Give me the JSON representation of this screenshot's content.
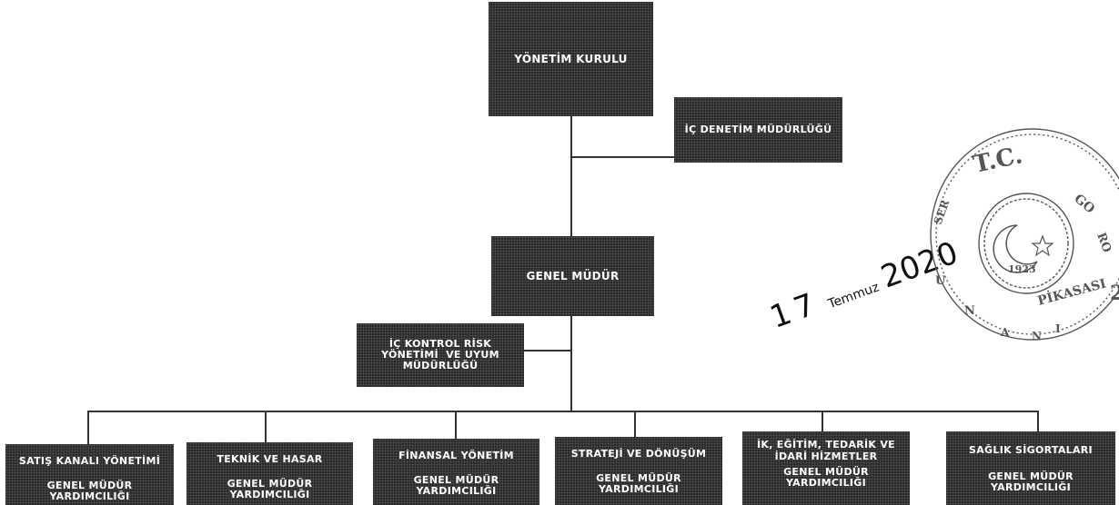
{
  "top": {
    "board": "YÖNETİM KURULU",
    "audit": "İÇ DENETİM MÜDÜRLÜĞÜ"
  },
  "middle": {
    "gm": "GENEL MÜDÜR",
    "risk_lines": [
      "İÇ KONTROL RİSK",
      "YÖNETİMİ  VE UYUM",
      "MÜDÜRLÜĞÜ"
    ]
  },
  "departments": [
    {
      "title": [
        "SATIŞ KANALI YÖNETİMİ"
      ],
      "sub1": "GENEL MÜDÜR",
      "sub2": "YARDIMCILIĞI"
    },
    {
      "title": [
        "TEKNİK VE HASAR"
      ],
      "sub1": "GENEL MÜDÜR",
      "sub2": "YARDIMCILIĞI"
    },
    {
      "title": [
        "FİNANSAL YÖNETİM"
      ],
      "sub1": "GENEL MÜDÜR",
      "sub2": "YARDIMCILIĞI"
    },
    {
      "title": [
        "STRATEJİ VE DÖNÜŞÜM"
      ],
      "sub1": "GENEL MÜDÜR",
      "sub2": "YARDIMCILIĞI"
    },
    {
      "title": [
        "İK, EĞİTİM, TEDARİK VE",
        "İDARİ HİZMETLER"
      ],
      "sub1": "GENEL MÜDÜR",
      "sub2": "YARDIMCILIĞI"
    },
    {
      "title": [
        "SAĞLIK SİGORTALARI"
      ],
      "sub1": "GENEL MÜDÜR",
      "sub2": "YARDIMCILIĞI"
    }
  ],
  "annotation": {
    "day": "17",
    "month": "Temmuz",
    "year": "2020"
  },
  "stamp": {
    "text": "T.C. ... UNAN ... PİKASASI 2",
    "year": "1923"
  },
  "colors": {
    "box": "#2a2a2a",
    "line": "#333333",
    "text": "#ffffff"
  }
}
